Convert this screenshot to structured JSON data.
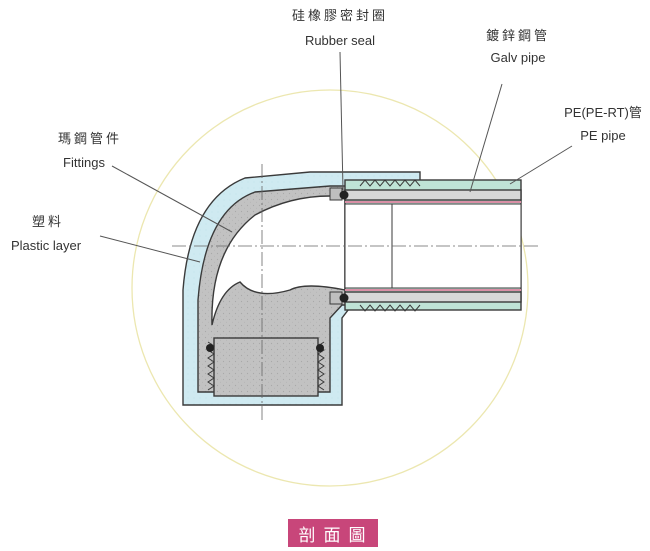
{
  "labels": {
    "rubber_seal_zh": "硅橡膠密封圈",
    "rubber_seal_en": "Rubber seal",
    "galv_pipe_zh": "鍍鋅鋼管",
    "galv_pipe_en": "Galv pipe",
    "pe_pipe_zh": "PE(PE-RT)管",
    "pe_pipe_en": "PE pipe",
    "fittings_zh": "瑪鋼管件",
    "fittings_en": "Fittings",
    "plastic_zh": "塑料",
    "plastic_en": "Plastic layer"
  },
  "caption": "剖面圖",
  "colors": {
    "circle_outline": "#ece7b0",
    "plastic_layer": "#cdeaf0",
    "fitting_metal": "#bfbfbf",
    "pe_pipe": "#bfe3d6",
    "galv_pipe": "#d7d7d7",
    "pipe_inner_line": "#d98fa6",
    "caption_bg": "#c8467a"
  }
}
